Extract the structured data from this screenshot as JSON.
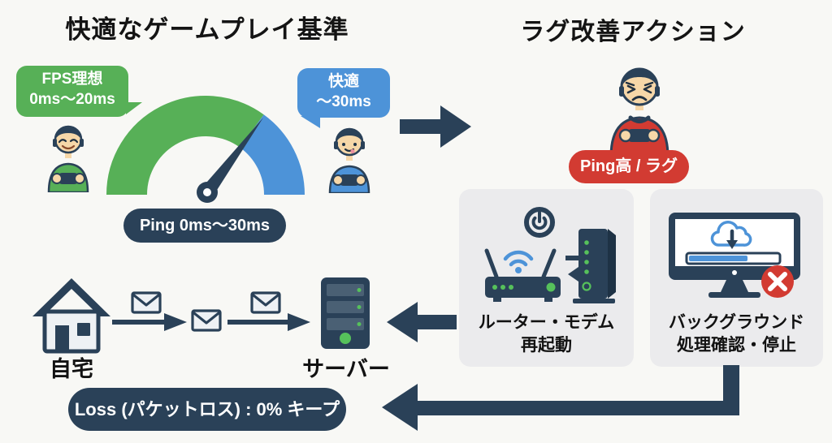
{
  "colors": {
    "bg": "#f8f8f5",
    "ink": "#141414",
    "navy": "#2a4158",
    "green": "#57b057",
    "blue": "#4d93d8",
    "red": "#d23b32",
    "card": "#ebebed",
    "skin": "#f6d7a8",
    "led": "#56c15b",
    "screen": "#eef1f4"
  },
  "left_section": {
    "title": "快適なゲームプレイ基準",
    "green_bubble": {
      "line1": "FPS理想",
      "line2": "0ms〜20ms"
    },
    "blue_bubble": {
      "line1": "快適",
      "line2": "〜30ms"
    },
    "ping_badge": "Ping 0ms〜30ms",
    "home_label": "自宅",
    "server_label": "サーバー",
    "loss_badge": "Loss (パケットロス) : 0% キープ"
  },
  "right_section": {
    "title": "ラグ改善アクション",
    "lag_badge": "Ping高 / ラグ",
    "cards": [
      {
        "line1": "ルーター・モデム",
        "line2": "再起動"
      },
      {
        "line1": "バックグラウンド",
        "line2": "処理確認・停止"
      }
    ]
  }
}
